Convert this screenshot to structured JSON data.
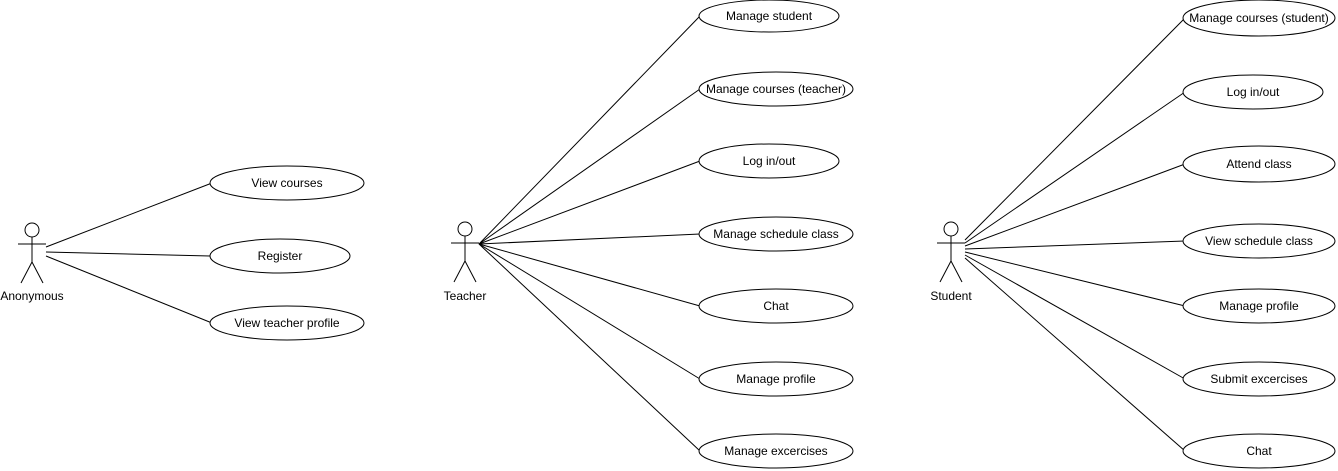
{
  "diagram": {
    "actors": [
      {
        "id": "anonymous",
        "label": "Anonymous",
        "use_cases": [
          "View courses",
          "Register",
          "View teacher profile"
        ]
      },
      {
        "id": "teacher",
        "label": "Teacher",
        "use_cases": [
          "Manage student",
          "Manage courses (teacher)",
          "Log in/out",
          "Manage schedule class",
          "Chat",
          "Manage profile",
          "Manage excercises"
        ]
      },
      {
        "id": "student",
        "label": "Student",
        "use_cases": [
          "Manage courses (student)",
          "Log in/out",
          "Attend class",
          "View schedule class",
          "Manage profile",
          "Submit excercises",
          "Chat"
        ]
      }
    ]
  }
}
